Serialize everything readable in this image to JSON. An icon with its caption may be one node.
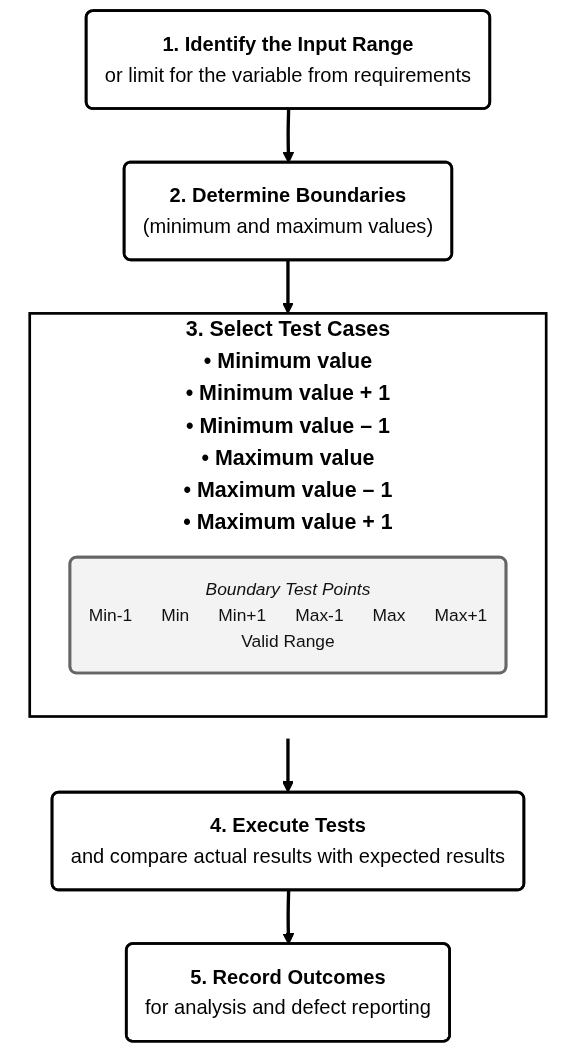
{
  "diagram": {
    "nodes": [
      {
        "text": [
          "1. Identify the Input Range",
          "or limit for the variable from requirements"
        ]
      },
      {
        "text": [
          "2. Determine Boundaries",
          "(minimum and maximum values)"
        ]
      },
      {
        "text": [
          "3. Select Test Cases",
          "• Minimum value",
          "• Minimum value + 1",
          "• Minimum value – 1",
          "• Maximum value",
          "• Maximum value – 1",
          "• Maximum value + 1"
        ]
      },
      {
        "text": [
          "Boundary Test Points",
          "Min-1",
          "Min",
          "Min+1",
          "Max-1",
          "Max",
          "Max+1",
          "Valid Range"
        ],
        "in": 2
      },
      {
        "text": [
          "4. Execute Tests",
          "and compare actual results with expected results"
        ]
      },
      {
        "text": [
          "5. Record Outcomes",
          "for analysis and defect reporting"
        ]
      }
    ],
    "edges": [
      {
        "from": 0,
        "to": 1,
        "arrow": "to"
      },
      {
        "from": 1,
        "to": 2,
        "arrow": "to"
      },
      {
        "from": 2,
        "to": 4,
        "arrow": "to"
      },
      {
        "from": 4,
        "to": 5,
        "arrow": "to"
      }
    ]
  }
}
